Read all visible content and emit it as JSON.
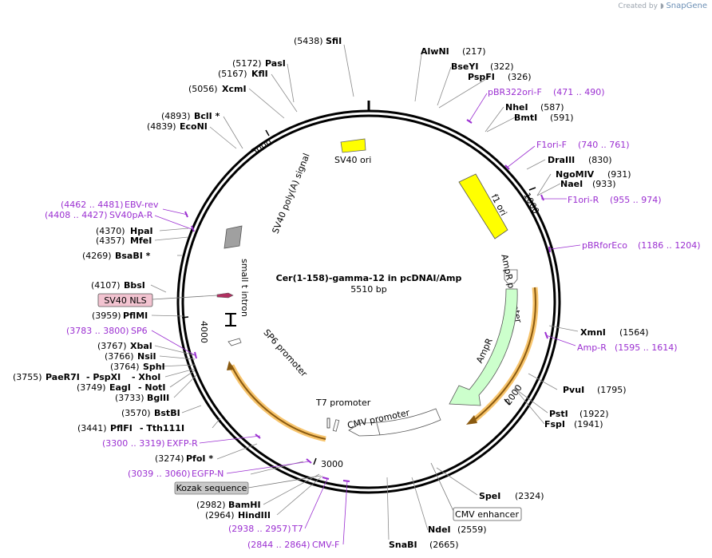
{
  "credit": {
    "text": "Created by",
    "brand": "SnapGene"
  },
  "plasmid": {
    "name": "Cer(1-158)-gamma-12 in pcDNAI/Amp",
    "size": "5510 bp"
  },
  "ticks": {
    "t1000": "1000",
    "t2000": "2000",
    "t3000": "3000",
    "t4000": "4000",
    "t5000": "5000"
  },
  "features": {
    "sv40ori": "SV40 ori",
    "f1ori": "f1 ori",
    "amprPromoter": "AmpR promoter",
    "ampr": "AmpR",
    "cmvPromoter": "CMV promoter",
    "t7Promoter": "T7 promoter",
    "sp6Promoter": "SP6 promoter",
    "smallTIntron": "small t intron",
    "sv40PolyA": "SV40 poly(A) signal",
    "sv40nls": "SV40 NLS",
    "kozak": "Kozak sequence",
    "cmvEnhancer": "CMV enhancer"
  },
  "sites": {
    "sfiI": {
      "name": "SfiI",
      "pos": "(5438)"
    },
    "pasI": {
      "name": "PasI",
      "pos": "(5172)"
    },
    "kflI": {
      "name": "KflI",
      "pos": "(5167)"
    },
    "xcmI": {
      "name": "XcmI",
      "pos": "(5056)"
    },
    "bclI": {
      "name": "BclI *",
      "pos": "(4893)"
    },
    "ecoNI": {
      "name": "EcoNI",
      "pos": "(4839)"
    },
    "hpaI": {
      "name": "HpaI",
      "pos": "(4370)"
    },
    "mfeI": {
      "name": "MfeI",
      "pos": "(4357)"
    },
    "bsaBI": {
      "name": "BsaBI *",
      "pos": "(4269)"
    },
    "bbsI": {
      "name": "BbsI",
      "pos": "(4107)"
    },
    "pflMI": {
      "name": "PflMI",
      "pos": "(3959)"
    },
    "xbaI": {
      "name": "XbaI",
      "pos": "(3767)"
    },
    "nsiI": {
      "name": "NsiI",
      "pos": "(3766)"
    },
    "sphI": {
      "name": "SphI",
      "pos": "(3764)"
    },
    "paeR7I": {
      "name": "PaeR7I",
      "pos": "(3755)",
      "sep1": "- PspXI",
      "sep2": "- XhoI"
    },
    "eagI": {
      "name": "EagI",
      "pos": "(3749)",
      "sep": "- NotI"
    },
    "bglII": {
      "name": "BglII",
      "pos": "(3733)"
    },
    "bstBI": {
      "name": "BstBI",
      "pos": "(3570)"
    },
    "pflFI": {
      "name": "PflFI",
      "pos": "(3441)",
      "sep": "- Tth111I"
    },
    "pfoI": {
      "name": "PfoI *",
      "pos": "(3274)"
    },
    "bamHI": {
      "name": "BamHI",
      "pos": "(2982)"
    },
    "hindIII": {
      "name": "HindIII",
      "pos": "(2964)"
    },
    "snaBI": {
      "name": "SnaBI",
      "pos": "(2665)"
    },
    "ndeI": {
      "name": "NdeI",
      "pos": "(2559)"
    },
    "speI": {
      "name": "SpeI",
      "pos": "(2324)"
    },
    "fspI": {
      "name": "FspI",
      "pos": "(1941)"
    },
    "pstI": {
      "name": "PstI",
      "pos": "(1922)"
    },
    "pvuI": {
      "name": "PvuI",
      "pos": "(1795)"
    },
    "xmnI": {
      "name": "XmnI",
      "pos": "(1564)"
    },
    "naeI": {
      "name": "NaeI",
      "pos": "(933)"
    },
    "ngoMIV": {
      "name": "NgoMIV",
      "pos": "(931)"
    },
    "draIII": {
      "name": "DraIII",
      "pos": "(830)"
    },
    "bmtI": {
      "name": "BmtI",
      "pos": "(591)"
    },
    "nheI": {
      "name": "NheI",
      "pos": "(587)"
    },
    "pspFI": {
      "name": "PspFI",
      "pos": "(326)"
    },
    "bseYI": {
      "name": "BseYI",
      "pos": "(322)"
    },
    "alwNI": {
      "name": "AlwNI",
      "pos": "(217)"
    }
  },
  "primers": {
    "ebvRev": {
      "name": "EBV-rev",
      "range": "(4462 .. 4481)"
    },
    "sv40paR": {
      "name": "SV40pA-R",
      "range": "(4408 .. 4427)"
    },
    "sp6": {
      "name": "SP6",
      "range": "(3783 .. 3800)"
    },
    "exfpR": {
      "name": "EXFP-R",
      "range": "(3300 .. 3319)"
    },
    "egfpN": {
      "name": "EGFP-N",
      "range": "(3039 .. 3060)"
    },
    "t7": {
      "name": "T7",
      "range": "(2938 .. 2957)"
    },
    "cmvF": {
      "name": "CMV-F",
      "range": "(2844 .. 2864)"
    },
    "ampR": {
      "name": "Amp-R",
      "range": "(1595 .. 1614)"
    },
    "pBRforEco": {
      "name": "pBRforEco",
      "range": "(1186 .. 1204)"
    },
    "f1oriR": {
      "name": "F1ori-R",
      "range": "(955 .. 974)"
    },
    "f1oriF": {
      "name": "F1ori-F",
      "range": "(740 .. 761)"
    },
    "pBR322oriF": {
      "name": "pBR322ori-F",
      "range": "(471 .. 490)"
    }
  },
  "colors": {
    "backbone": "#000000",
    "primer": "#9b2fd1",
    "f1ori": "#ffff00",
    "sv40ori": "#ffff00",
    "ampr": "#ccffcc",
    "promoter": "#ffffff",
    "orfHighlight": "#f7c46c",
    "polyA": "#a0a0a0",
    "nls": "#d6869a",
    "kozak": "#c8c8c8"
  }
}
